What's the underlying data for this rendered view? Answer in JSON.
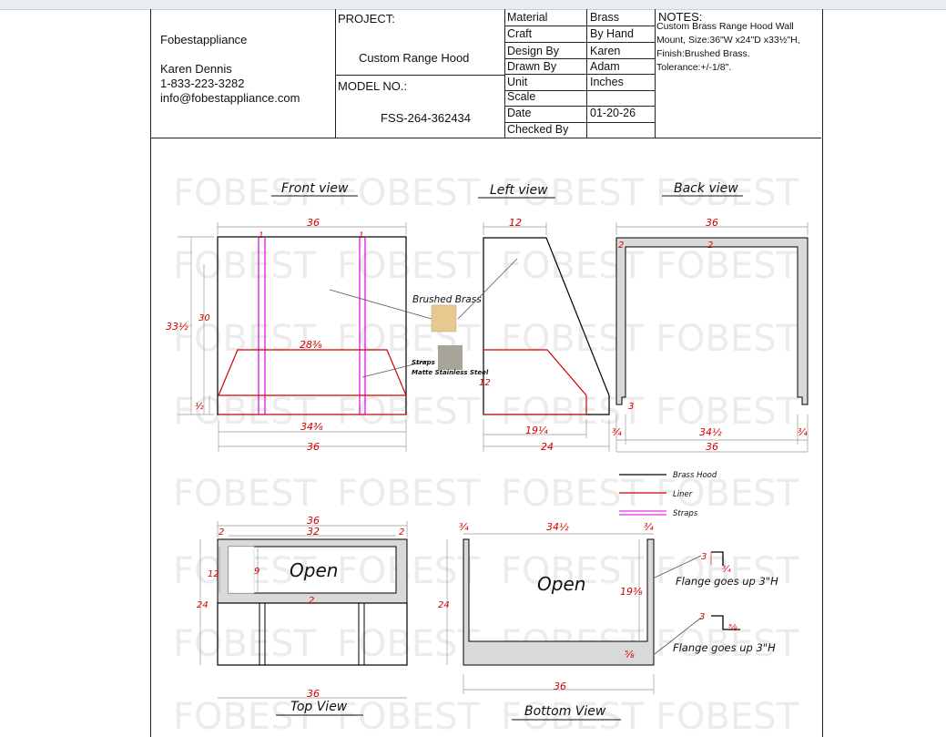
{
  "company": {
    "name": "Fobestappliance",
    "contact_name": "Karen Dennis",
    "phone": "1-833-223-3282",
    "email": "info@fobestappliance.com"
  },
  "project": {
    "label": "PROJECT:",
    "value": "Custom Range Hood",
    "model_label": "MODEL NO.:",
    "model_value": "FSS-264-362434"
  },
  "specs": [
    {
      "label": "Material",
      "value": "Brass"
    },
    {
      "label": "Craft",
      "value": "By Hand"
    },
    {
      "label": "Design By",
      "value": "Karen"
    },
    {
      "label": "Drawn By",
      "value": "Adam"
    },
    {
      "label": "Unit",
      "value": "Inches"
    },
    {
      "label": "Scale",
      "value": ""
    },
    {
      "label": "Date",
      "value": "01-20-26"
    },
    {
      "label": "Checked By",
      "value": ""
    }
  ],
  "notes": {
    "label": "NOTES:",
    "text": "Custom Brass Range Hood Wall Mount, Size:36\"W x24\"D x33½\"H, Finish:Brushed Brass. Tolerance:+/-1/8\"."
  },
  "views": {
    "front": "Front view",
    "left": "Left view",
    "back": "Back view",
    "top": "Top View",
    "bottom": "Bottom View"
  },
  "callouts": {
    "brushed_brass": "Brushed Brass",
    "straps": "Straps",
    "matte_steel": "Matte Stainless Steel",
    "open_top": "Open",
    "open_bottom": "Open",
    "flange_1": "Flange goes up 3\"H",
    "flange_2": "Flange goes up 3\"H"
  },
  "legend": [
    {
      "label": "Brass Hood",
      "color": "#000000"
    },
    {
      "label": "Liner",
      "color": "#d40000"
    },
    {
      "label": "Straps",
      "color": "#e000e0"
    }
  ],
  "watermark": "FOBEST",
  "colors": {
    "hood": "#000000",
    "liner": "#d40000",
    "straps": "#e000e0",
    "dimension": "#d40000",
    "brass_swatch": "#e6c98e",
    "steel_swatch": "#a8a49c",
    "section_fill": "#d9d9d9"
  },
  "dims": {
    "front": {
      "width_top": "36",
      "strap_1": "1",
      "strap_2": "1",
      "height_total": "33½",
      "height_body": "30",
      "liner_top": "28⅜",
      "liner_bottom": "34⅜",
      "bottom_height": "½",
      "width_bottom": "36"
    },
    "left": {
      "top": "12",
      "side": "12",
      "liner_bottom": "19¼",
      "bottom": "24"
    },
    "back": {
      "width_top": "36",
      "wall_left": "2",
      "wall_top": "2",
      "flange_h": "3",
      "edge_left": "¾",
      "inner": "34½",
      "edge_right": "¾",
      "width_bottom": "36"
    },
    "top": {
      "outer": "36",
      "inner": "32",
      "side_left": "2",
      "side_right": "2",
      "depth_opening": "12",
      "opening_inner": "9",
      "rail": "2",
      "depth": "24",
      "width_bottom": "36"
    },
    "bottom": {
      "edge_left": "¾",
      "inner": "34½",
      "edge_right": "¾",
      "depth": "24",
      "side": "19⅜",
      "flange_small": "⅝",
      "width": "36",
      "flange_1_h": "3",
      "flange_1_w": "¾",
      "flange_2_h": "3",
      "flange_2_w": "⅝"
    }
  }
}
